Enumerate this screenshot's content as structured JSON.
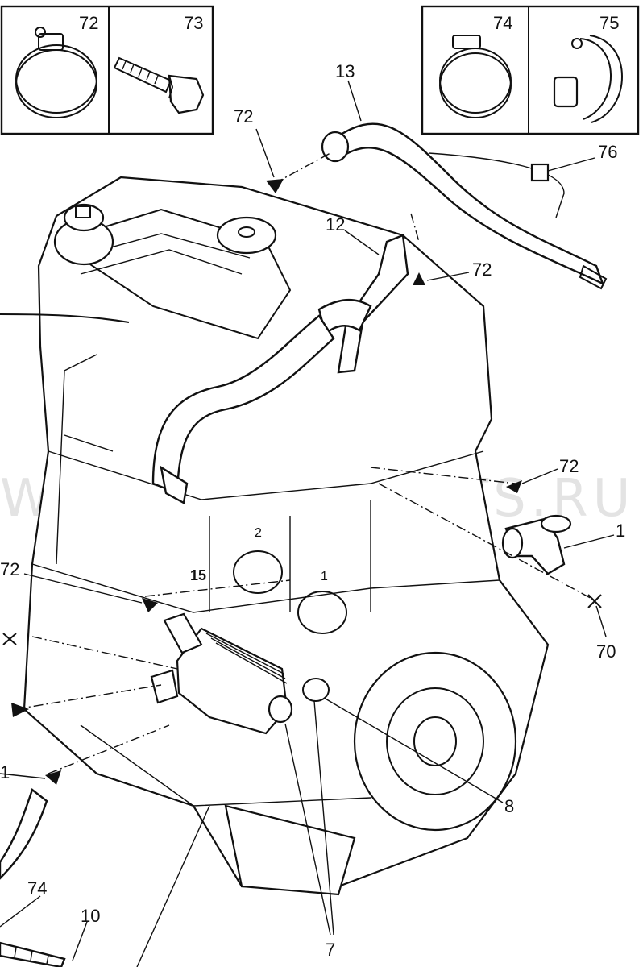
{
  "diagram": {
    "watermark": "WWW.AUTOPARTS.RU",
    "inset_boxes": [
      {
        "id": "inset-left",
        "labels": [
          "72",
          "73"
        ]
      },
      {
        "id": "inset-right",
        "labels": [
          "74",
          "75"
        ]
      }
    ],
    "callouts": [
      {
        "key": "c72_top",
        "text": "72"
      },
      {
        "key": "c13",
        "text": "13"
      },
      {
        "key": "c76",
        "text": "76"
      },
      {
        "key": "c12",
        "text": "12"
      },
      {
        "key": "c72_mid",
        "text": "72"
      },
      {
        "key": "c72_right",
        "text": "72"
      },
      {
        "key": "c1",
        "text": "1"
      },
      {
        "key": "c70",
        "text": "70"
      },
      {
        "key": "c72_left",
        "text": "72"
      },
      {
        "key": "c8",
        "text": "8"
      },
      {
        "key": "c74_bot",
        "text": "74"
      },
      {
        "key": "c10",
        "text": "10"
      },
      {
        "key": "c7",
        "text": "7"
      },
      {
        "key": "c1_left",
        "text": "1"
      }
    ],
    "engine_marks": [
      "2",
      "1",
      "15"
    ]
  }
}
